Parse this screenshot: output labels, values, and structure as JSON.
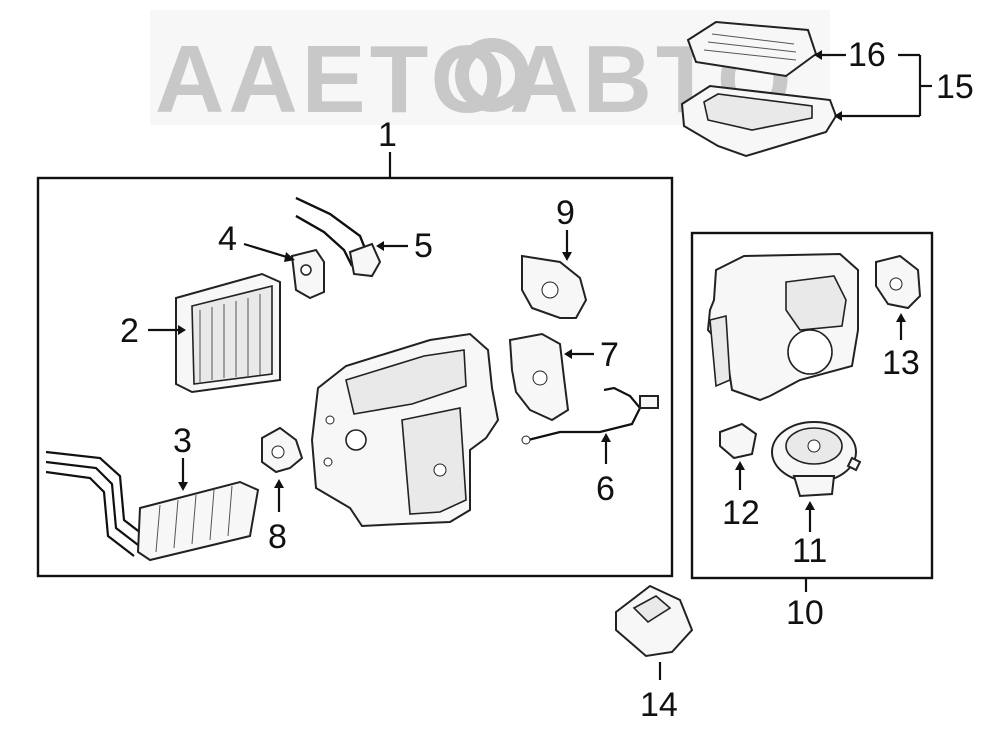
{
  "watermark": {
    "text": "AAETOABTO",
    "color": "#c8c8c8"
  },
  "callouts": {
    "c1": "1",
    "c2": "2",
    "c3": "3",
    "c4": "4",
    "c5": "5",
    "c6": "6",
    "c7": "7",
    "c8": "8",
    "c9": "9",
    "c10": "10",
    "c11": "11",
    "c12": "12",
    "c13": "13",
    "c14": "14",
    "c15": "15",
    "c16": "16"
  },
  "colors": {
    "line": "#111111",
    "part_fill": "#f7f7f7"
  }
}
